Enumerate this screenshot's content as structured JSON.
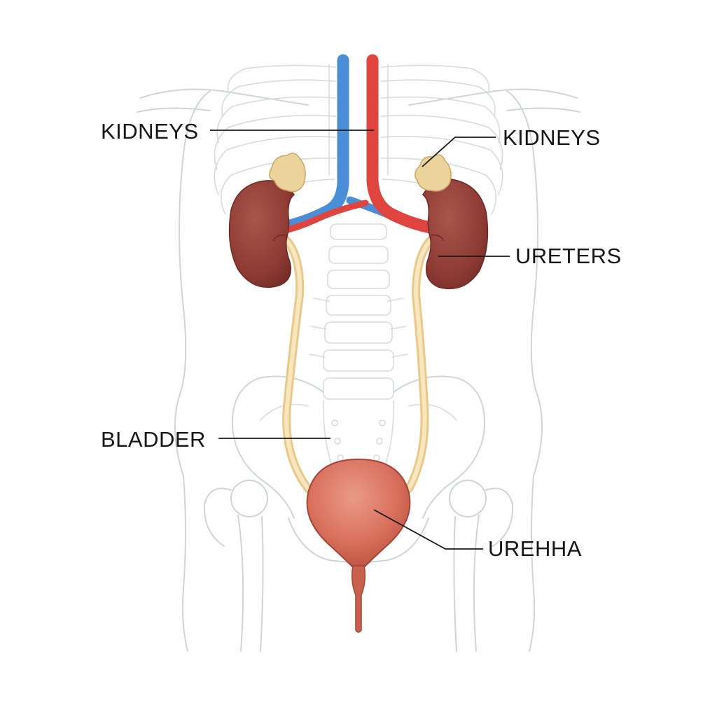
{
  "labels": {
    "kidneys_left": "KIDNEYS",
    "kidneys_right": "KIDNEYS",
    "ureters": "URETERS",
    "bladder": "BLADDER",
    "urethra": "UREHHA"
  },
  "colors": {
    "vein": "#4a8ed8",
    "artery": "#e0443e",
    "kidney": "#8e3b34",
    "adrenal_gland": "#ecd39b",
    "ureter": "#f2d9a4",
    "bladder": "#d96d5c",
    "skeleton_outline": "#cfd6d6"
  }
}
